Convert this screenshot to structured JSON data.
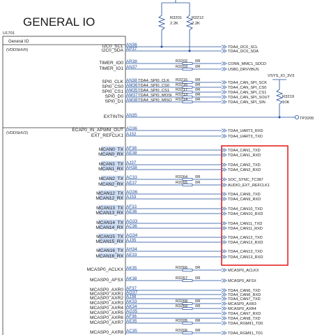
{
  "title": "GENERAL IO",
  "part": {
    "refdes": "U1701",
    "name": "General IO",
    "section1": "(VDDSHV0)",
    "section2": "(VDDSHV2)"
  },
  "pullups": [
    {
      "ref": "R3201",
      "val": "2.2K"
    },
    {
      "ref": "R3212",
      "val": "2.2K"
    }
  ],
  "right_pullup": {
    "rail": "VSYS_IO_3V3",
    "ref": "R3219",
    "val": "10K"
  },
  "testpoint": "TP3205",
  "rows": [
    {
      "sig": "I2C0_SCL",
      "pin": "AN36",
      "net": "TDA4_I2C0_SCL"
    },
    {
      "sig": "I2C0_SDA",
      "pin": "AP37",
      "net": "TDA4_I2C0_SDA"
    },
    {
      "sig": "TIMER_IO0",
      "pin": "AR38",
      "res": "R3202",
      "rval": "0R",
      "net": "CONN_MMC1_SDCD"
    },
    {
      "sig": "TIMER_IO1",
      "pin": "AN37",
      "res": "R3203",
      "rval": "0R",
      "net": "USB0_DRVVBUS"
    },
    {
      "sig": "SPI0_CLK",
      "pin": "AN38",
      "lbl": "TDA4_SPI0_CLK",
      "res": "R3215",
      "rval": "0R",
      "net": "TDA4_CAN_SPI_SCK"
    },
    {
      "sig": "SPI0_CS0",
      "pin": "AM36",
      "lbl": "TDA4_SPI0_CS0",
      "res": "R3216",
      "rval": "0R",
      "net": "TDA4_CAN_SPI_CS0"
    },
    {
      "sig": "SPI0_CS1",
      "pin": "AM35",
      "lbl": "TDA4_SPI0_CS1",
      "res": "R3217",
      "rval": "0R",
      "net": "TDA4_CAN_SPI_CS1"
    },
    {
      "sig": "SPI0_D0",
      "pin": "AM37",
      "lbl": "TDA4_SPI0_MOSI",
      "res": "R3213",
      "rval": "0R",
      "net": "TDA4_CAN_SPI_SOUT"
    },
    {
      "sig": "SPI0_D1",
      "pin": "AM38",
      "lbl": "TDA4_SPI0_MISO",
      "res": "R3214",
      "rval": "0R",
      "net": "TDA4_CAN_SPI_SIN"
    },
    {
      "sig": "EXTINTN",
      "pin": "AN35",
      "net": ""
    },
    {
      "sig": "ECAP0_IN_APWM_OUT",
      "pin": "AD36",
      "net": "TDA4_UART3_RXD"
    },
    {
      "sig": "EXT_REFCLK1",
      "pin": "AJ32",
      "net": "TDA4_UART3_TXD"
    },
    {
      "sig": "MCAN0_TX",
      "pin": "AF38",
      "net": "TDA4_CAN1_TXD",
      "hl": true
    },
    {
      "sig": "MCAN0_RX",
      "pin": "AE38",
      "net": "TDA4_CAN1_RXD",
      "hl": true
    },
    {
      "sig": "MCAN1_TX",
      "pin": "AJ37",
      "net": "TDA4_CAN2_TXD",
      "hl": true
    },
    {
      "sig": "MCAN1_RX",
      "pin": "AH38",
      "net": "TDA4_CAN2_RXD",
      "hl": true
    },
    {
      "sig": "MCAN2_TX",
      "pin": "AC33",
      "res": "R3264",
      "rval": "0R",
      "net": "SOC_SYNC_TC387",
      "hl": true
    },
    {
      "sig": "MCAN2_RX",
      "pin": "AE37",
      "res": "R3265",
      "rval": "0R",
      "net": "AUDIO_EXT_REFCLK1",
      "hl": true
    },
    {
      "sig": "MCAN12_TX",
      "pin": "AG36",
      "net": "TDA4_CAN9_TXD",
      "hl": true
    },
    {
      "sig": "MCAN12_RX",
      "pin": "AJ33",
      "net": "TDA4_CAN9_RXD",
      "hl": true
    },
    {
      "sig": "MCAN13_TX",
      "pin": "AF33",
      "net": "TDA4_CAN10_TXD",
      "hl": true
    },
    {
      "sig": "MCAN13_RX",
      "pin": "AE36",
      "net": "TDA4_CAN10_RXD",
      "hl": true
    },
    {
      "sig": "MCAN14_TX",
      "pin": "AG33",
      "net": "TDA4_CAN11_TXD",
      "hl": true
    },
    {
      "sig": "MCAN14_RX",
      "pin": "AC36",
      "net": "TDA4_CAN11_RXD",
      "hl": true
    },
    {
      "sig": "MCAN15_TX",
      "pin": "AG34",
      "net": "TDA4_CAN12_TXD",
      "hl": true
    },
    {
      "sig": "MCAN15_RX",
      "pin": "AJ35",
      "net": "TDA4_CAN12_RXD",
      "hl": true
    },
    {
      "sig": "MCAN16_TX",
      "pin": "AH34",
      "net": "TDA4_CAN13_TXD",
      "hl": true
    },
    {
      "sig": "MCAN16_RX",
      "pin": "AE33",
      "net": "TDA4_CAN13_RXD",
      "hl": true
    },
    {
      "sig": "MCASP0_ACLKX",
      "pin": "AK35",
      "res": "R3266",
      "rval": "0R",
      "net": "MCASP0_ACLKX"
    },
    {
      "sig": "MCASP0_AFSX",
      "pin": "AK38",
      "res": "R3267",
      "rval": "0R",
      "net": "MCASP0_AFSX"
    },
    {
      "sig": "MCASP0_AXR0",
      "pin": "AF37",
      "net": "TDA4_CAN6_TXD"
    },
    {
      "sig": "MCASP0_AXR1",
      "pin": "AG37",
      "net": "TDA4_CAN6_RXD"
    },
    {
      "sig": "MCASP0_AXR2",
      "pin": "AJ38",
      "net": "TDA4_CAN7_TXD"
    },
    {
      "sig": "MCASP0_AXR3",
      "pin": "AK33",
      "res": "R3268",
      "rval": "0R",
      "net": "MCASP0_AXR3"
    },
    {
      "sig": "MCASP0_AXR4",
      "pin": "AK34",
      "res": "R3269",
      "rval": "0R",
      "net": "MCASP0_AXR4"
    },
    {
      "sig": "MCASP0_AXR5",
      "pin": "AG35",
      "net": "TDA4_CAN7_RXD"
    },
    {
      "sig": "MCASP0_AXR6",
      "pin": "AF36",
      "net": "TDA4_CAN8_TXD"
    },
    {
      "sig": "MCASP0_AXR7",
      "pin": "AE35",
      "res": "R3205",
      "rval": "0R",
      "net": "TDA4_RGMII1_TD0"
    },
    {
      "sig": "MCASP0_AXR8",
      "pin": "AC35",
      "res": "R3206",
      "rval": "0R",
      "net": "TDA4_RGMII1_TD1"
    }
  ],
  "colors": {
    "wire": "#1a4a9a",
    "highlight_fill": "#c9d9f2",
    "box_red": "#e52222",
    "ink": "#1a1a1a"
  }
}
